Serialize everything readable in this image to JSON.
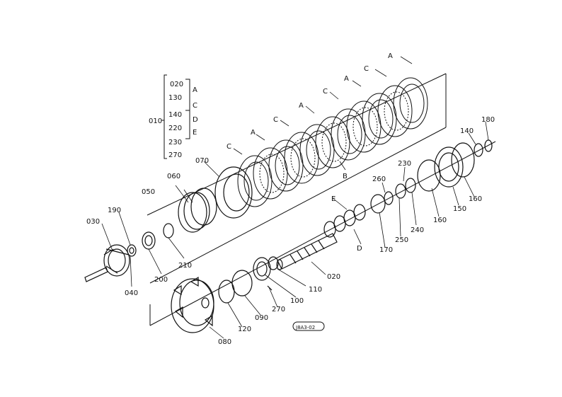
{
  "labels": {
    "p030": "030",
    "p190": "190",
    "p040": "040",
    "p200": "200",
    "p050": "050",
    "p060": "060",
    "p210": "210",
    "p070": "070",
    "p010": "010",
    "p020top": "020",
    "p130": "130",
    "p140": "140",
    "p220": "220",
    "p230top": "230",
    "p270top": "270",
    "pA_bracket": "A",
    "pC_bracket": "C",
    "pD_bracket": "D",
    "pE_bracket": "E",
    "A1": "A",
    "A2": "A",
    "A3": "A",
    "A4": "A",
    "C1": "C",
    "C2": "C",
    "C3": "C",
    "C4": "C",
    "B": "B",
    "E": "E",
    "D": "D",
    "p260": "260",
    "p230": "230",
    "p140r": "140",
    "p180": "180",
    "p160a": "160",
    "p150": "150",
    "p160b": "160",
    "p240": "240",
    "p250": "250",
    "p170": "170",
    "p020": "020",
    "p110": "110",
    "p100": "100",
    "p270": "270",
    "p090": "090",
    "p120": "120",
    "p080": "080",
    "stamp": "J8A3-02"
  }
}
